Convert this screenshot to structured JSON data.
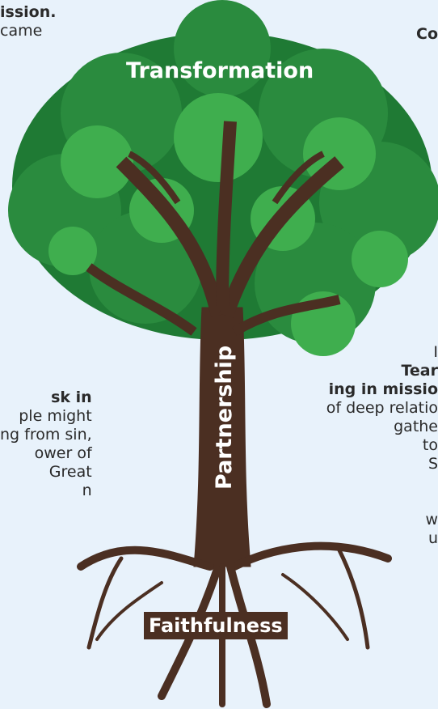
{
  "left_top": {
    "lines": [
      "ission.",
      "came"
    ]
  },
  "left_mid": {
    "lines": [
      "sk in",
      "ple might",
      "ng from sin,",
      "ower of",
      "Great",
      "n"
    ]
  },
  "right_top": {
    "lines": [
      "Co"
    ]
  },
  "right_mid": {
    "lines": [
      "I",
      "",
      "Tear",
      "ing in missio",
      "of deep relatio",
      "gathe",
      "to",
      "S",
      "",
      "",
      "w",
      "u"
    ]
  },
  "tree": {
    "top_label": "Transformation",
    "trunk_label": "Partnership",
    "root_label": "Faithfulness"
  },
  "colors": {
    "background": "#e8f2fb",
    "trunk": "#4b2f22",
    "leaf_dark": "#1f7a34",
    "leaf_light": "#3fae4e"
  }
}
